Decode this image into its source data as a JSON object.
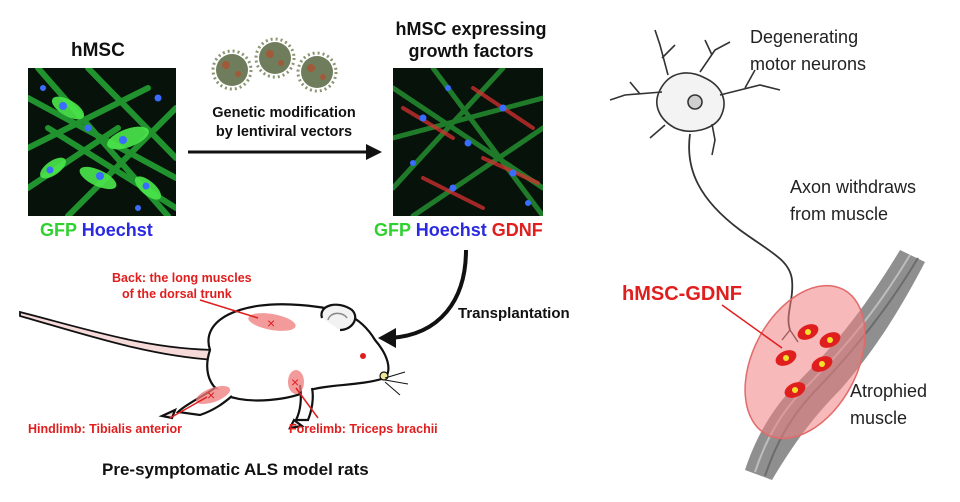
{
  "left_micrograph": {
    "title": "hMSC",
    "caption": [
      {
        "text": "GFP",
        "color": "#2fd12f"
      },
      {
        "text": " ",
        "color": "#111111"
      },
      {
        "text": "Hoechst",
        "color": "#2a2ae0"
      }
    ]
  },
  "arrow_label": {
    "line1": "Genetic modification",
    "line2": "by lentiviral vectors"
  },
  "right_micrograph": {
    "title_line1": "hMSC expressing",
    "title_line2": "growth factors",
    "caption": [
      {
        "text": "GFP",
        "color": "#2fd12f"
      },
      {
        "text": " ",
        "color": "#111111"
      },
      {
        "text": "Hoechst",
        "color": "#2a2ae0"
      },
      {
        "text": " ",
        "color": "#111111"
      },
      {
        "text": "GDNF",
        "color": "#e01e1e"
      }
    ]
  },
  "transplant_label": "Transplantation",
  "rat_annotations": {
    "back_line1": "Back: the long muscles",
    "back_line2": "of the dorsal trunk",
    "hindlimb": "Hindlimb: Tibialis anterior",
    "forelimb": "Forelimb: Triceps brachii"
  },
  "rat_caption": "Pre-symptomatic ALS model rats",
  "neuron_labels": {
    "degenerating_line1": "Degenerating",
    "degenerating_line2": "motor neurons",
    "axon_line1": "Axon withdraws",
    "axon_line2": "from muscle",
    "cell_label": "hMSC-GDNF",
    "muscle_line1": "Atrophied",
    "muscle_line2": "muscle"
  },
  "colors": {
    "accent_red": "#e01e1e",
    "gfp_green": "#2fd12f",
    "hoechst_blue": "#2a2ae0",
    "muscle_halo": "#f08080"
  }
}
